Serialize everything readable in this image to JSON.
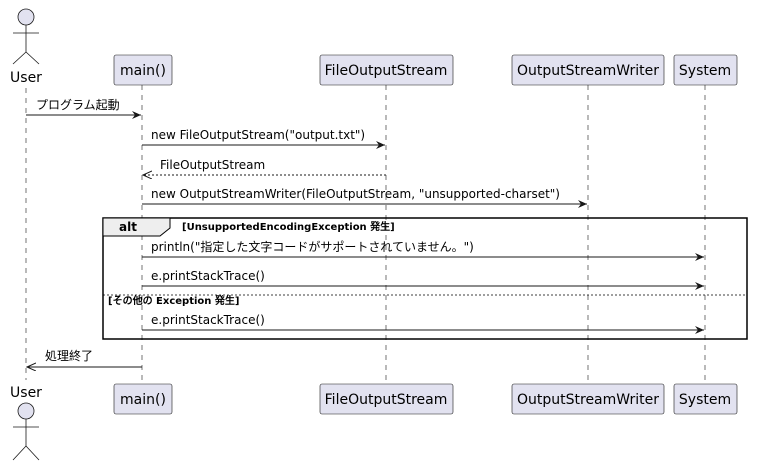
{
  "participants": {
    "user": "User",
    "main": "main()",
    "fos": "FileOutputStream",
    "osw": "OutputStreamWriter",
    "system": "System"
  },
  "messages": {
    "m1": "プログラム起動",
    "m2": "new FileOutputStream(\"output.txt\")",
    "m3": "FileOutputStream",
    "m4": "new OutputStreamWriter(FileOutputStream, \"unsupported-charset\")",
    "m5": "println(\"指定した文字コードがサポートされていません。\")",
    "m6": "e.printStackTrace()",
    "m7": "e.printStackTrace()",
    "m8": "処理終了"
  },
  "fragment": {
    "keyword": "alt",
    "guard1": "[UnsupportedEncodingException 発生]",
    "guard2": "[その他の Exception 発生]"
  }
}
